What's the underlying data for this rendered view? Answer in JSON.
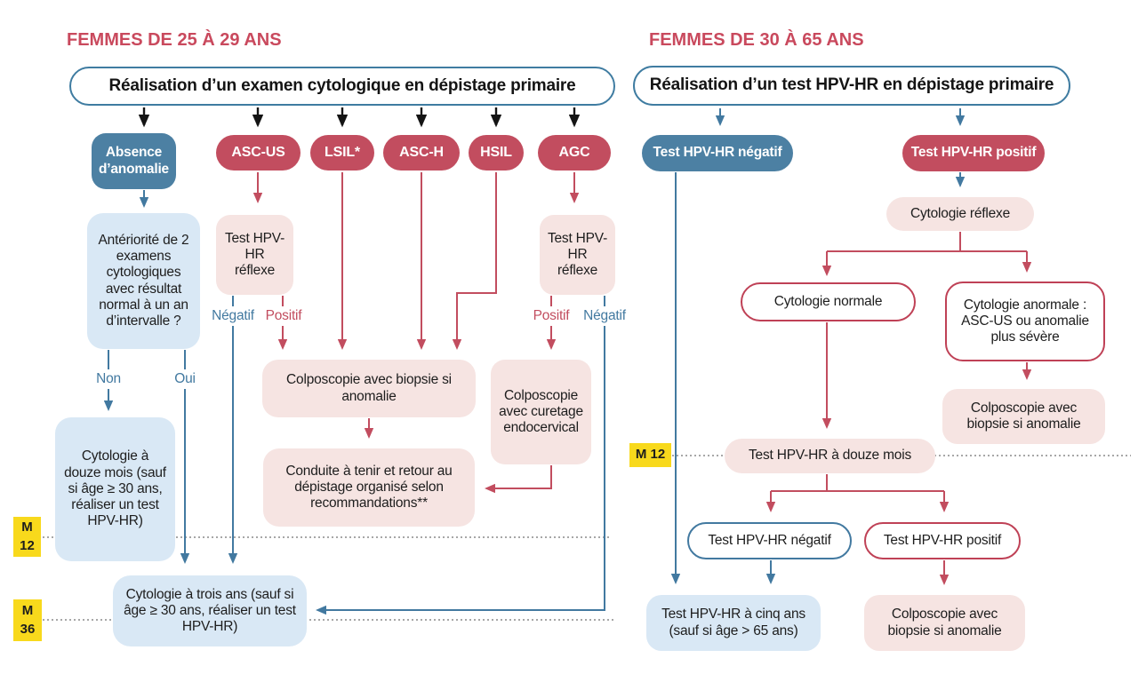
{
  "palette": {
    "red": "#c24d5f",
    "blue": "#4c80a3",
    "pink_bg": "#f6e4e2",
    "lightblue_bg": "#d9e8f5",
    "yellow_badge": "#f8d91c",
    "title_red": "#c9495d"
  },
  "left": {
    "title": "FEMMES DE 25 À 29 ANS",
    "root": "Réalisation d’un examen cytologique en dépistage primaire",
    "absence": "Absence d’anomalie",
    "categories": {
      "asc_us": "ASC-US",
      "lsil": "LSIL*",
      "asc_h": "ASC-H",
      "hsil": "HSIL",
      "agc": "AGC"
    },
    "anteriorite": "Antériorité de 2 examens cytologiques avec résultat normal à un an d’intervalle ?",
    "reflexe": "Test HPV-HR réflexe",
    "labels": {
      "negatif": "Négatif",
      "positif": "Positif",
      "non": "Non",
      "oui": "Oui"
    },
    "cyto12": "Cytologie à douze mois (sauf si âge ≥ 30 ans, réaliser un test HPV-HR)",
    "colpo_biopsie": "Colposcopie avec biopsie si anomalie",
    "curetage": "Colposcopie avec curetage endocervical",
    "conduite": "Conduite à tenir et retour au dépistage organisé selon recommandations**",
    "cyto36": "Cytologie à trois ans (sauf si âge ≥ 30 ans, réaliser un test HPV-HR)",
    "badge_m12": {
      "line1": "M",
      "line2": "12"
    },
    "badge_m36": {
      "line1": "M",
      "line2": "36"
    }
  },
  "right": {
    "title": "FEMMES DE 30 À 65 ANS",
    "root": "Réalisation d’un test HPV-HR en dépistage primaire",
    "neg": "Test HPV-HR négatif",
    "pos": "Test HPV-HR positif",
    "cyto_reflexe": "Cytologie réflexe",
    "normale": "Cytologie normale",
    "anormale": "Cytologie anormale : ASC-US ou anomalie plus sévère",
    "colpo1": "Colposcopie avec biopsie si anomalie",
    "douze": "Test HPV-HR à douze mois",
    "badge_m12": "M 12",
    "neg2": "Test HPV-HR négatif",
    "pos2": "Test HPV-HR positif",
    "cinq": "Test HPV-HR à cinq ans (sauf si âge > 65 ans)",
    "colpo2": "Colposcopie avec biopsie si anomalie"
  }
}
